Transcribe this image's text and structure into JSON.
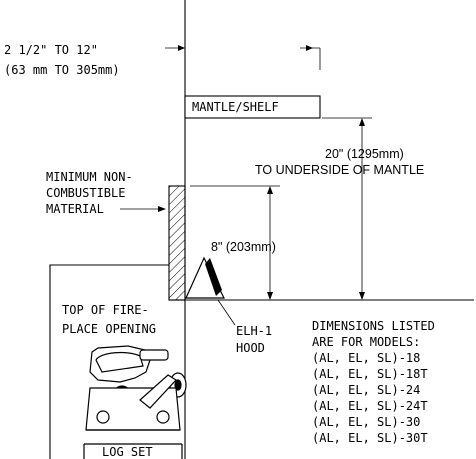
{
  "offset_dimension": {
    "line1": "2 1/2\"  TO  12\"",
    "line2": "(63 mm TO 305mm)"
  },
  "mantle_label": "MANTLE/SHELF",
  "mantle_dimension": {
    "line1": "20\" (1295mm)",
    "line2": "TO UNDERSIDE OF MANTLE"
  },
  "material_label": {
    "line1": "MINIMUM NON-",
    "line2": "COMBUSTIBLE",
    "line3": "MATERIAL"
  },
  "hood_dimension": "8\" (203mm)",
  "opening_label": {
    "line1": "TOP OF FIRE-",
    "line2": "PLACE OPENING"
  },
  "hood_label": {
    "line1": "ELH-1",
    "line2": "HOOD"
  },
  "models_note": {
    "heading1": "DIMENSIONS LISTED",
    "heading2": "ARE FOR MODELS:",
    "models": [
      "(AL, EL, SL)-18",
      "(AL, EL, SL)-18T",
      "(AL, EL, SL)-24",
      "(AL, EL, SL)-24T",
      "(AL, EL, SL)-30",
      "(AL, EL, SL)-30T"
    ]
  },
  "logset_label": "LOG SET"
}
